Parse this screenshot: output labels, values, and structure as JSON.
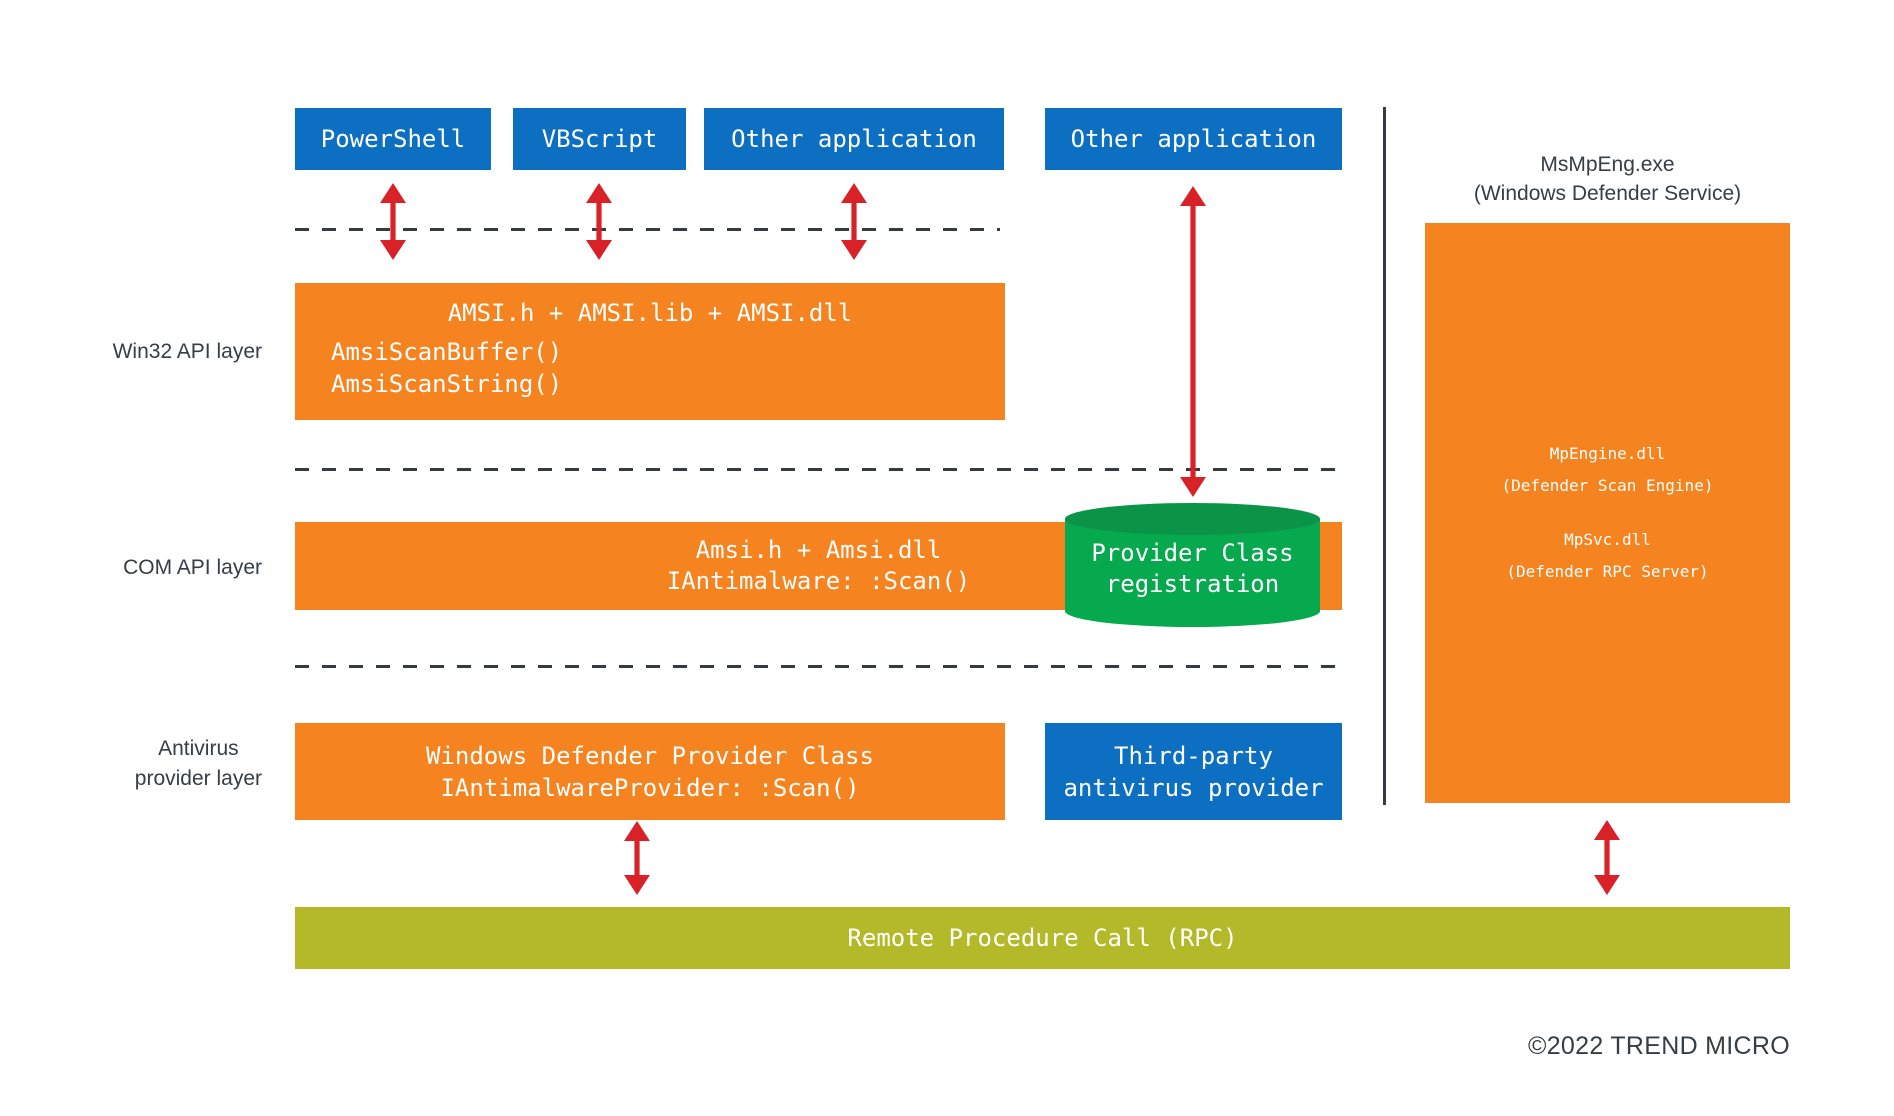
{
  "colors": {
    "blue": "#0d6fc2",
    "orange": "#f5831f",
    "olive": "#b3b929",
    "green_body": "#06a94e",
    "green_top": "#0b9448",
    "red": "#d92228",
    "ink": "#353d45",
    "dash": "#343b41"
  },
  "apps": {
    "app1": "PowerShell",
    "app2": "VBScript",
    "app3": "Other application",
    "app4": "Other application"
  },
  "win32_layer": {
    "label": "Win32 API layer",
    "title": "AMSI.h + AMSI.lib + AMSI.dll",
    "fn1": "AmsiScanBuffer()",
    "fn2": "AmsiScanString()"
  },
  "com_layer": {
    "label": "COM API layer",
    "line1": "Amsi.h + Amsi.dll",
    "line2": "IAntimalware: :Scan()",
    "cylinder_line1": "Provider Class",
    "cylinder_line2": "registration"
  },
  "av_layer": {
    "label_line1": "Antivirus",
    "label_line2": "provider layer",
    "defender_line1": "Windows Defender Provider Class",
    "defender_line2": "IAntimalwareProvider: :Scan()",
    "thirdparty_line1": "Third-party",
    "thirdparty_line2": "antivirus provider"
  },
  "rpc_bar": {
    "label": "Remote Procedure Call (RPC)"
  },
  "right_panel": {
    "header_line1": "MsMpEng.exe",
    "header_line2": "(Windows Defender Service)",
    "box_line1": "MpEngine.dll",
    "box_line2": "(Defender Scan Engine)",
    "box_line3": "MpSvc.dll",
    "box_line4": "(Defender RPC Server)"
  },
  "footer": {
    "copyright": "©2022 TREND MICRO"
  }
}
